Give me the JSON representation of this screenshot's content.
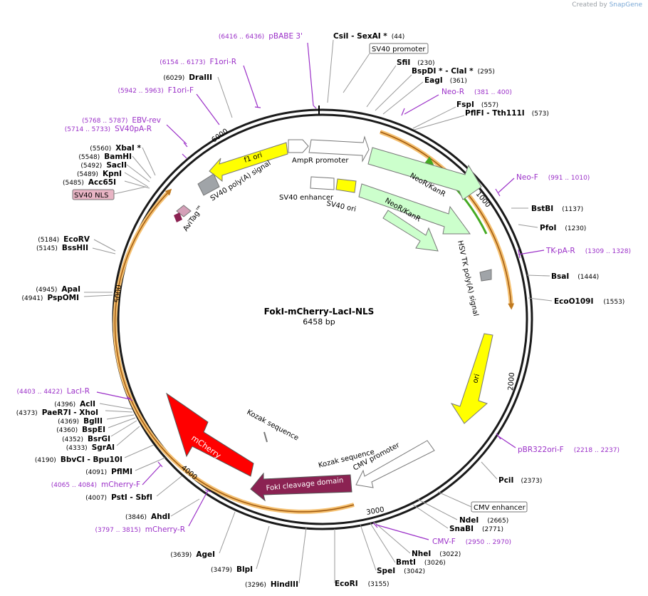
{
  "brand": {
    "created_by": "Created by",
    "product": "SnapGene"
  },
  "plasmid": {
    "name": "FokI-mCherry-LacI-NLS",
    "length": "6458 bp"
  },
  "scale_ticks": [
    "1000",
    "2000",
    "3000",
    "4000",
    "5000",
    "6000"
  ],
  "features": {
    "sv40_promoter": "SV40 promoter",
    "ampr_promoter": "AmpR promoter",
    "neokan_outer": "NeoR/KanR",
    "neokan_inner": "NeoR/KanR",
    "neokan_inner2": "NeoR/KanR",
    "hsv_tk": "HSV TK poly(A) signal",
    "ori": "ori",
    "cmv_enhancer": "CMV enhancer",
    "cmv_promoter": "CMV promoter",
    "kozak1": "Kozak sequence",
    "kozak2": "Kozak sequence",
    "foki": "FokI cleavage domain",
    "mcherry": "mCherry",
    "f1ori": "f1 ori",
    "sv40_polya": "SV40 poly(A) signal",
    "sv40_enhancer": "SV40 enhancer",
    "sv40_ori": "SV40 ori",
    "avitag": "AviTag™",
    "sv40_nls": "SV40 NLS"
  },
  "sites_right": [
    {
      "name": "CsiI",
      "extra": " - SexAI *",
      "pos": "(44)"
    },
    {
      "name": "SfiI",
      "extra": "",
      "pos": "(230)"
    },
    {
      "name": "BspDI *",
      "extra": " - ClaI *",
      "pos": "(295)"
    },
    {
      "name": "EagI",
      "extra": "",
      "pos": "(361)"
    },
    {
      "name": "FspI",
      "extra": "",
      "pos": "(557)"
    },
    {
      "name": "PflFI",
      "extra": " - Tth111I",
      "pos": "(573)"
    },
    {
      "name": "BstBI",
      "extra": "",
      "pos": "(1137)"
    },
    {
      "name": "PfoI",
      "extra": "",
      "pos": "(1230)"
    },
    {
      "name": "BsaI",
      "extra": "",
      "pos": "(1444)"
    },
    {
      "name": "EcoO109I",
      "extra": "",
      "pos": "(1553)"
    },
    {
      "name": "PciI",
      "extra": "",
      "pos": "(2373)"
    },
    {
      "name": "NdeI",
      "extra": "",
      "pos": "(2665)"
    },
    {
      "name": "SnaBI",
      "extra": "",
      "pos": "(2771)"
    },
    {
      "name": "NheI",
      "extra": "",
      "pos": "(3022)"
    },
    {
      "name": "BmtI",
      "extra": "",
      "pos": "(3026)"
    },
    {
      "name": "SpeI",
      "extra": "",
      "pos": "(3042)"
    },
    {
      "name": "EcoRI",
      "extra": "",
      "pos": "(3155)"
    }
  ],
  "sites_left": [
    {
      "name": "DraIII",
      "pos": "(6029)"
    },
    {
      "name": "XbaI *",
      "pos": "(5560)"
    },
    {
      "name": "BamHI",
      "pos": "(5548)"
    },
    {
      "name": "SacII",
      "pos": "(5492)"
    },
    {
      "name": "KpnI",
      "pos": "(5489)"
    },
    {
      "name": "Acc65I",
      "pos": "(5485)"
    },
    {
      "name": "EcoRV",
      "pos": "(5184)"
    },
    {
      "name": "BssHII",
      "pos": "(5145)"
    },
    {
      "name": "ApaI",
      "pos": "(4945)"
    },
    {
      "name": "PspOMI",
      "pos": "(4941)"
    },
    {
      "name": "AclI",
      "pos": "(4396)"
    },
    {
      "name": "XhoI",
      "pos": "(4373)",
      "pre": "PaeR7I",
      "sep": " - "
    },
    {
      "name": "BglII",
      "pos": "(4369)"
    },
    {
      "name": "BspEI",
      "pos": "(4360)"
    },
    {
      "name": "BsrGI",
      "pos": "(4352)"
    },
    {
      "name": "SgrAI",
      "pos": "(4333)"
    },
    {
      "name": "Bpu10I",
      "pos": "(4190)",
      "pre": "BbvCI",
      "sep": " - "
    },
    {
      "name": "PflMI",
      "pos": "(4091)"
    },
    {
      "name": "SbfI",
      "pos": "(4007)",
      "pre": "PstI",
      "sep": " - "
    },
    {
      "name": "AhdI",
      "pos": "(3846)"
    },
    {
      "name": "AgeI",
      "pos": "(3639)"
    },
    {
      "name": "BlpI",
      "pos": "(3479)"
    },
    {
      "name": "HindIII",
      "pos": "(3296)"
    }
  ],
  "primers": {
    "pbabe3": {
      "range": "(6416 .. 6436)",
      "name": "pBABE 3'"
    },
    "f1ori_r": {
      "range": "(6154 .. 6173)",
      "name": "F1ori-R"
    },
    "f1ori_f": {
      "range": "(5942 .. 5963)",
      "name": "F1ori-F"
    },
    "ebv_rev": {
      "range": "(5768 .. 5787)",
      "name": "EBV-rev"
    },
    "sv40pa_r": {
      "range": "(5714 .. 5733)",
      "name": "SV40pA-R"
    },
    "neo_r": {
      "name": "Neo-R",
      "range": "(381 .. 400)"
    },
    "neo_f": {
      "name": "Neo-F",
      "range": "(991 .. 1010)"
    },
    "tkpa_r": {
      "name": "TK-pA-R",
      "range": "(1309 .. 1328)"
    },
    "pbr322": {
      "name": "pBR322ori-F",
      "range": "(2218 .. 2237)"
    },
    "cmv_f": {
      "name": "CMV-F",
      "range": "(2950 .. 2970)"
    },
    "laci_r": {
      "range": "(4403 .. 4422)",
      "name": "LacI-R"
    },
    "mcherry_f": {
      "range": "(4065 .. 4084)",
      "name": "mCherry-F"
    },
    "mcherry_r": {
      "range": "(3797 .. 3815)",
      "name": "mCherry-R"
    }
  },
  "colors": {
    "primer": "#9b30c8",
    "neokan": "#ccffcc",
    "ori": "#ffff00",
    "mcherry": "#ff0000",
    "foki": "#8b2252",
    "backbone": "#1a1a1a",
    "orange": "#f0b060",
    "green": "#44aa22",
    "grey": "#a0a4a8",
    "nls": "#e8b4c4"
  }
}
